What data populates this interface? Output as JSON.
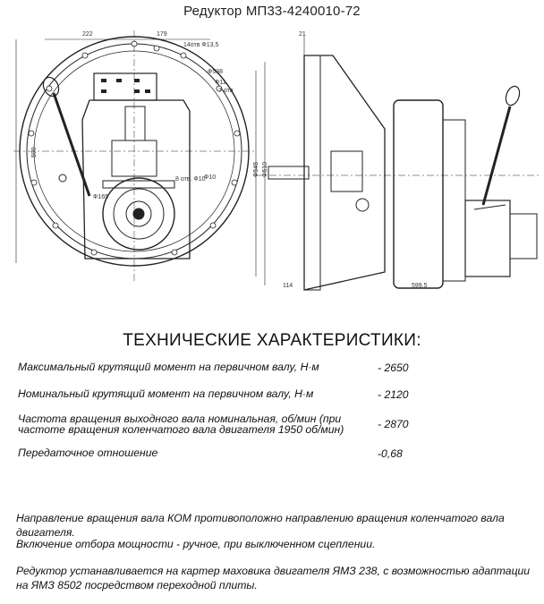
{
  "title": "Редуктор МП33-4240010-72",
  "drawing": {
    "dims": {
      "w222": "222",
      "w179": "179",
      "holes": "14отв Ф13,5",
      "d538": "Ф538",
      "d11": "Ф11",
      "n7": "7 отв",
      "h590": "590",
      "d10": "Ф10",
      "n8": "8 отв. Ф10",
      "d165": "Ф165",
      "d545": "Ф545",
      "d510": "Ф510",
      "t21": "21",
      "t114": "114",
      "len": "599,5"
    }
  },
  "specs": {
    "heading": "ТЕХНИЧЕСКИЕ ХАРАКТЕРИСТИКИ:",
    "rows": [
      {
        "label": "Максимальный крутящий момент на первичном валу, Н·м",
        "value": "- 2650"
      },
      {
        "label": "Номинальный крутящий момент на первичном валу, Н·м",
        "value": "- 2120"
      },
      {
        "label": "Частота вращения выходного вала номинальная, об/мин (при частоте вращения коленчатого вала двигателя 1950 об/мин)",
        "value": "- 2870"
      },
      {
        "label": "Передаточное отношение",
        "value": "-0,68"
      }
    ]
  },
  "notes": [
    "Направление вращения вала КОМ противоположно направлению вращения коленчатого вала двигателя.",
    "Включение отбора мощности - ручное, при выключенном сцеплении.",
    " Редуктор устанавливается на картер маховика двигателя ЯМЗ 238, с возможностью адаптации на ЯМЗ 8502 посредством переходной плиты."
  ]
}
